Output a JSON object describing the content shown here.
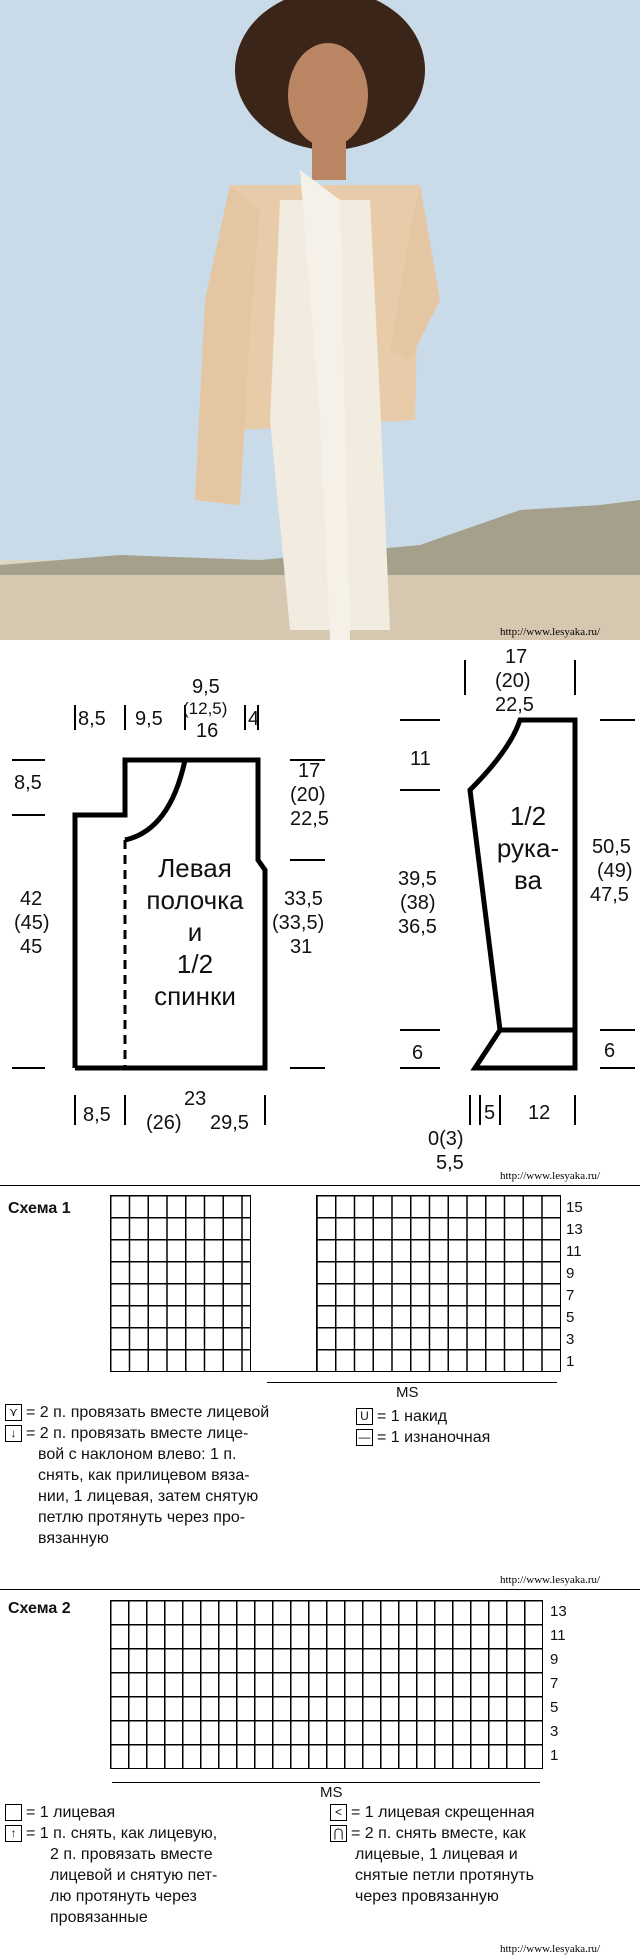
{
  "watermark": "http://www.lesyaka.ru/",
  "pattern": {
    "front": {
      "dims": {
        "top_a": "8,5",
        "top_b": "9,5",
        "top_c1": "9,5",
        "top_c2": "(12,5)",
        "top_c3": "16",
        "top_d": "4",
        "left_upper": "8,5",
        "left_lower1": "42",
        "left_lower2": "(45)",
        "left_lower3": "45",
        "right_upper1": "17",
        "right_upper2": "(20)",
        "right_upper3": "22,5",
        "right_lower1": "33,5",
        "right_lower2": "(33,5)",
        "right_lower3": "31",
        "bottom_a": "8,5",
        "bottom_b1": "23",
        "bottom_b2": "(26)",
        "bottom_b3": "29,5"
      },
      "label": [
        "Левая",
        "полочка",
        "и",
        "1/2",
        "спинки"
      ]
    },
    "sleeve": {
      "dims": {
        "top1": "17",
        "top2": "(20)",
        "top3": "22,5",
        "left_upper": "11",
        "left_mid1": "39,5",
        "left_mid2": "(38)",
        "left_mid3": "36,5",
        "left_low": "6",
        "right_main1": "50,5",
        "right_main2": "(49)",
        "right_main3": "47,5",
        "right_low": "6",
        "bottom_a1": "0(3)",
        "bottom_a2": "5,5",
        "bottom_b": "5",
        "bottom_c": "12"
      },
      "label": [
        "1/2",
        "рука-",
        "ва"
      ]
    }
  },
  "scheme1": {
    "title": "Схема 1",
    "rows": [
      "15",
      "13",
      "11",
      "9",
      "7",
      "5",
      "3",
      "1"
    ],
    "ms": "MS",
    "legend": {
      "k2tog": "= 2 п. провязать вместе лицевой",
      "skp": [
        "= 2 п. провязать вместе лице-",
        "вой с наклоном влево: 1 п.",
        "снять, как прилицевом вяза-",
        "нии, 1 лицевая, затем снятую",
        "петлю протянуть через про-",
        "вязанную"
      ],
      "yo": "= 1 накид",
      "purl": "= 1 изнаночная"
    }
  },
  "scheme2": {
    "title": "Схема 2",
    "rows": [
      "13",
      "11",
      "9",
      "7",
      "5",
      "3",
      "1"
    ],
    "ms": "MS",
    "legend": {
      "knit": "= 1 лицевая",
      "cdd": [
        "= 1 п. снять, как лицевую,",
        "2 п. провязать вместе",
        "лицевой и снятую пет-",
        "лю протянуть через",
        "провязанные"
      ],
      "ktbl": "= 1 лицевая скрещенная",
      "k3": [
        "= 2 п. снять вместе, как",
        "лицевые, 1 лицевая и",
        "снятые петли протянуть",
        "через провязанную"
      ]
    }
  },
  "colors": {
    "cardigan": "#e8cba8",
    "dress": "#f1ebe0",
    "sky": "#c7d8e6",
    "sand": "#d9ccb4",
    "hair": "#3b2418"
  }
}
